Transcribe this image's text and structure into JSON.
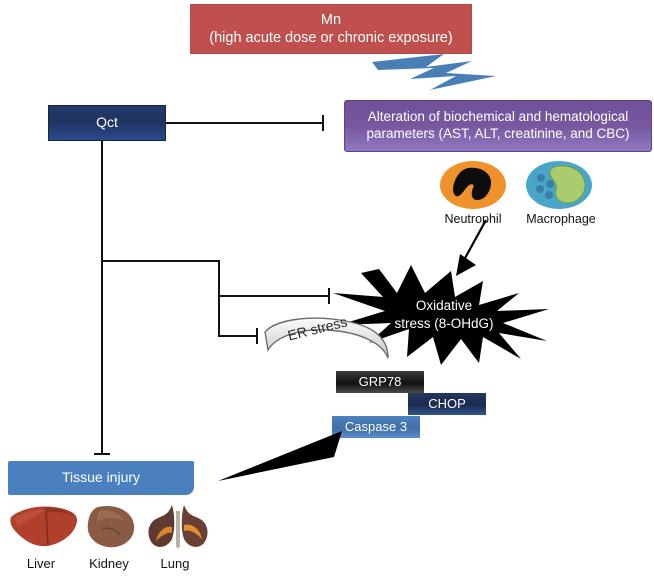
{
  "diagram": {
    "title": "Mn toxicity and quercetin protection pathway",
    "nodes": {
      "mn": {
        "line1": "Mn",
        "line2": "(high acute dose or chronic exposure)",
        "color": "#c0504d"
      },
      "qct": {
        "label": "Qct",
        "color": "#1f3360"
      },
      "alteration": {
        "line1": "Alteration of biochemical and hematological",
        "line2": "parameters (AST, ALT, creatinine, and CBC)",
        "color": "#77589f"
      },
      "oxidative_stress": {
        "line1": "Oxidative",
        "line2": "stress (8-OHdG)",
        "color": "#000000"
      },
      "er_stress": {
        "label": "ER stress",
        "color": "#d9d9d9"
      },
      "grp78": {
        "label": "GRP78",
        "color": "#111111"
      },
      "chop": {
        "label": "CHOP",
        "color": "#1b2c52"
      },
      "caspase3": {
        "label": "Caspase 3",
        "color": "#3f6fa8"
      },
      "tissue_injury": {
        "label": "Tissue injury",
        "color": "#4a80c0"
      }
    },
    "cells": [
      {
        "name": "neutrophil",
        "label": "Neutrophil",
        "body_color": "#f0922b",
        "nucleus_color": "#0d0d0d"
      },
      {
        "name": "macrophage",
        "label": "Macrophage",
        "body_color": "#4aa6c8",
        "nucleus_color": "#a8cc6e"
      }
    ],
    "organs": [
      {
        "name": "liver",
        "label": "Liver",
        "color": "#b0402c"
      },
      {
        "name": "kidney",
        "label": "Kidney",
        "color": "#8a5a44"
      },
      {
        "name": "lung",
        "label": "Lung",
        "color": "#6b4034"
      }
    ],
    "connectors": {
      "lightning_color": "#4a7fb5",
      "line_color": "#111111",
      "arrow_color": "#000000"
    }
  }
}
